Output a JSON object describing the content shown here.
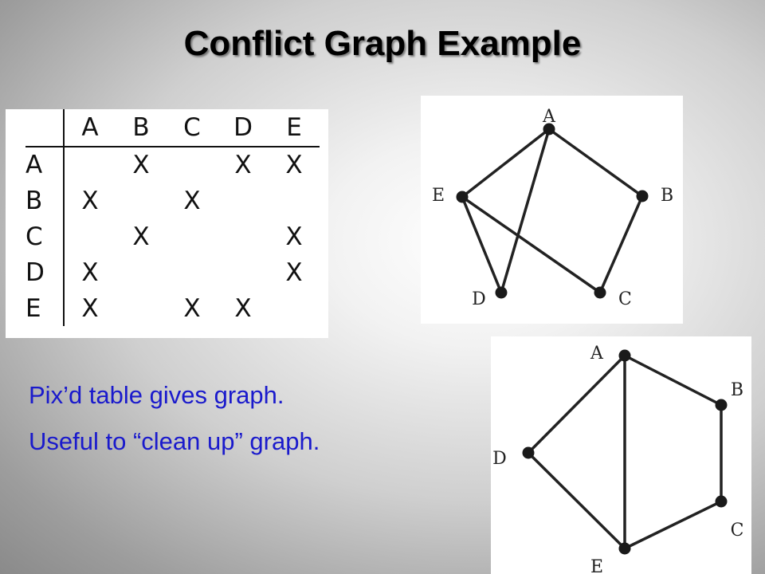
{
  "title": "Conflict Graph Example",
  "table": {
    "columns": [
      "A",
      "B",
      "C",
      "D",
      "E"
    ],
    "rows": [
      {
        "label": "A",
        "cells": [
          "",
          "X",
          "",
          "X",
          "X"
        ]
      },
      {
        "label": "B",
        "cells": [
          "X",
          "",
          "X",
          "",
          ""
        ]
      },
      {
        "label": "C",
        "cells": [
          "",
          "X",
          "",
          "",
          "X"
        ]
      },
      {
        "label": "D",
        "cells": [
          "X",
          "",
          "",
          "",
          "X"
        ]
      },
      {
        "label": "E",
        "cells": [
          "X",
          "",
          "X",
          "X",
          ""
        ]
      }
    ]
  },
  "graph1": {
    "nodes": [
      "A",
      "B",
      "C",
      "D",
      "E"
    ],
    "edges": [
      [
        "A",
        "E"
      ],
      [
        "A",
        "B"
      ],
      [
        "A",
        "D"
      ],
      [
        "E",
        "D"
      ],
      [
        "E",
        "C"
      ],
      [
        "B",
        "C"
      ]
    ]
  },
  "graph2": {
    "nodes": [
      "A",
      "B",
      "C",
      "D",
      "E"
    ],
    "edges": [
      [
        "A",
        "B"
      ],
      [
        "A",
        "D"
      ],
      [
        "A",
        "E"
      ],
      [
        "B",
        "C"
      ],
      [
        "C",
        "E"
      ],
      [
        "D",
        "E"
      ]
    ]
  },
  "caption": {
    "line1": "Pix’d table gives graph.",
    "line2": "Useful to “clean up” graph."
  }
}
